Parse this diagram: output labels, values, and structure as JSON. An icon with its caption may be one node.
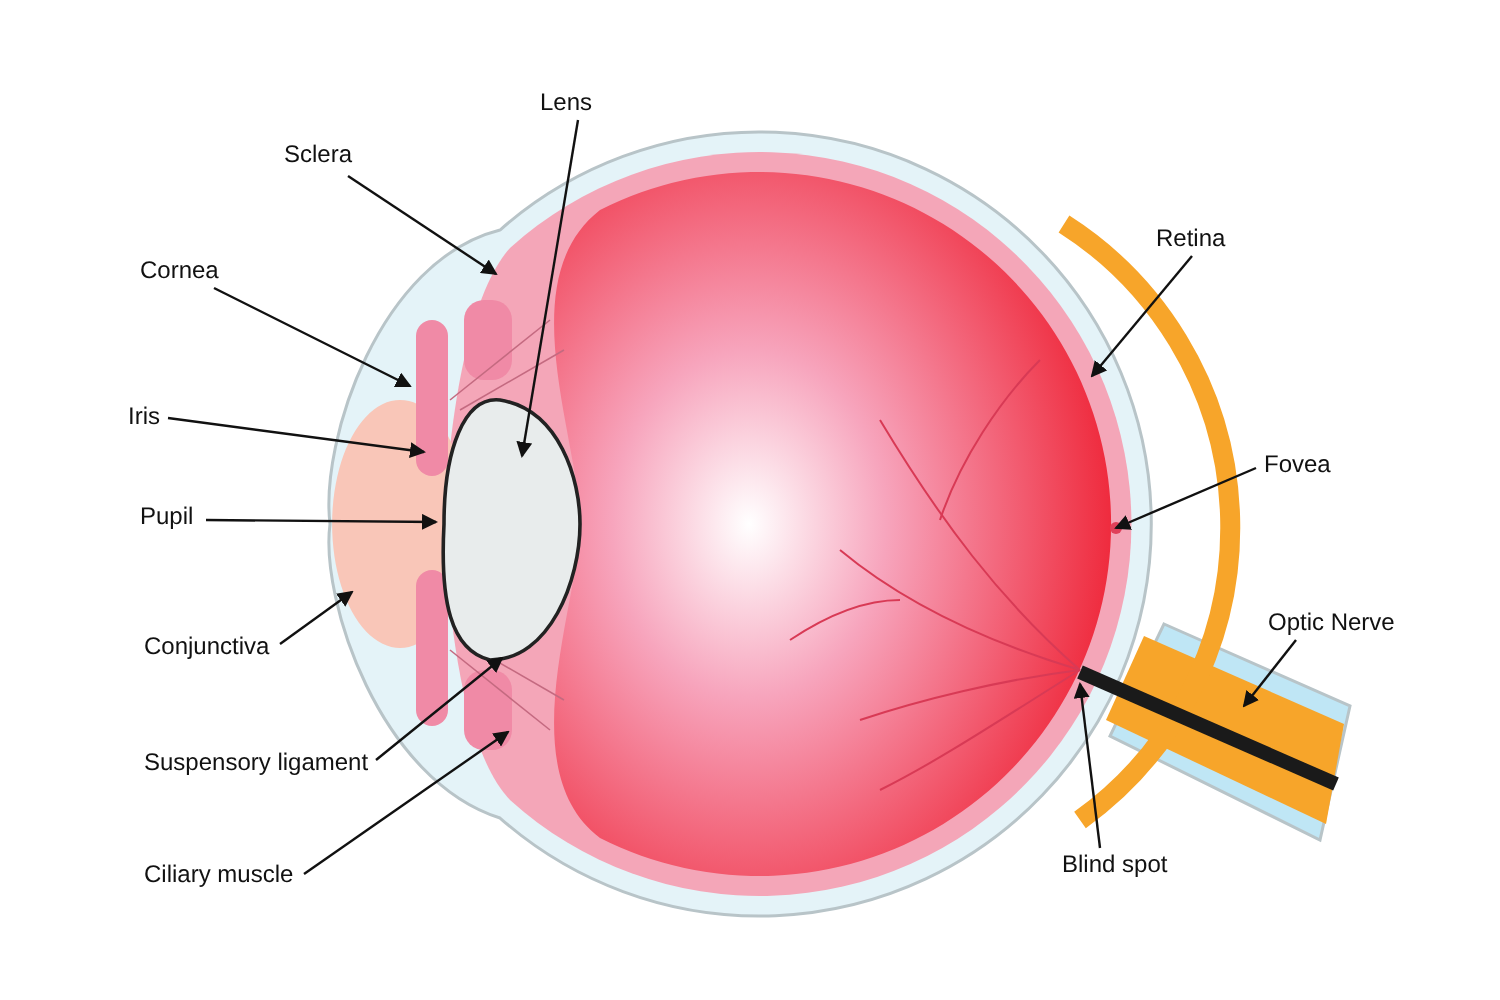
{
  "diagram": {
    "nodes": [
      {
        "text": [
          "Lens"
        ]
      },
      {
        "text": [
          "Sclera"
        ]
      },
      {
        "text": [
          "Retina"
        ]
      },
      {
        "text": [
          "Cornea"
        ]
      },
      {
        "text": [
          "Iris"
        ]
      },
      {
        "text": [
          "Fovea"
        ]
      },
      {
        "text": [
          "Pupil"
        ]
      },
      {
        "text": [
          "Optic Nerve"
        ]
      },
      {
        "text": [
          "Conjunctiva"
        ]
      },
      {
        "text": [
          "Suspensory ligament"
        ]
      },
      {
        "text": [
          "Blind spot"
        ]
      },
      {
        "text": [
          "Ciliary muscle"
        ]
      }
    ],
    "edges": [
      {
        "from": 0,
        "to": null,
        "arrow": "to"
      },
      {
        "from": 1,
        "to": null,
        "arrow": "to"
      },
      {
        "from": 2,
        "to": null,
        "arrow": "to"
      },
      {
        "from": 3,
        "to": null,
        "arrow": "to"
      },
      {
        "from": 4,
        "to": null,
        "arrow": "to"
      },
      {
        "from": 5,
        "to": null,
        "arrow": "to"
      },
      {
        "from": 6,
        "to": null,
        "arrow": "to"
      },
      {
        "from": 7,
        "to": null,
        "arrow": "to"
      },
      {
        "from": 8,
        "to": null,
        "arrow": "to"
      },
      {
        "from": 9,
        "to": null,
        "arrow": "to"
      },
      {
        "from": 10,
        "to": null,
        "arrow": "to"
      },
      {
        "from": 11,
        "to": null,
        "arrow": "to"
      }
    ]
  }
}
